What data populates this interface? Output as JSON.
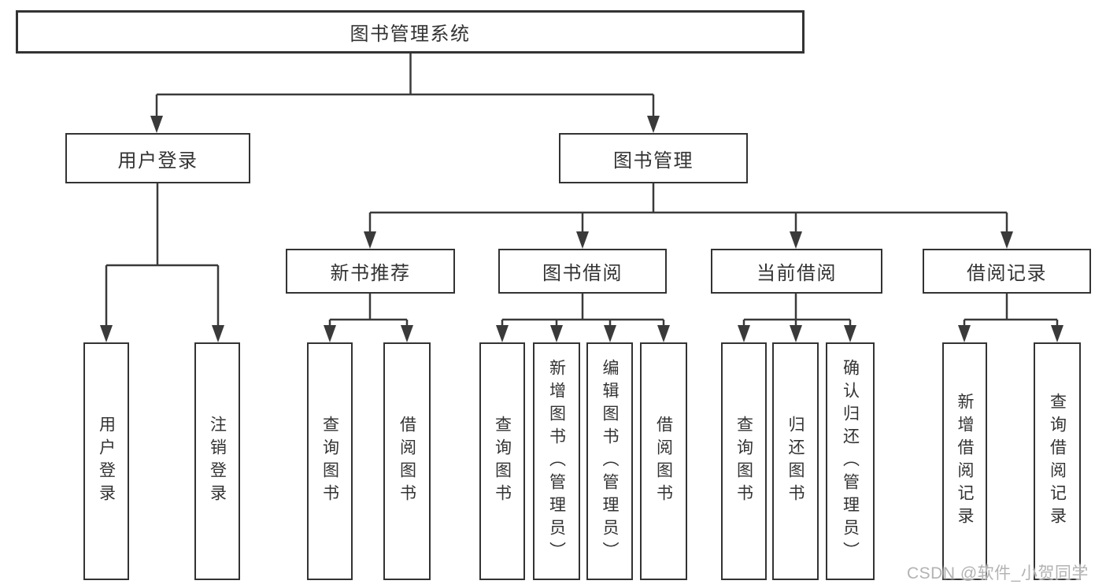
{
  "title": "图书管理系统",
  "watermark": "CSDN @软件_小贺同学",
  "colors": {
    "line": "#3a3a3a",
    "box_border": "#333333",
    "box_fill": "#ffffff",
    "text": "#333333",
    "watermark": "#b3b3b3"
  },
  "tree": {
    "root": "图书管理系统",
    "branches": [
      {
        "label": "用户登录",
        "children": [
          "用户登录",
          "注销登录"
        ]
      },
      {
        "label": "图书管理",
        "groups": [
          {
            "label": "新书推荐",
            "children": [
              "查询图书",
              "借阅图书"
            ]
          },
          {
            "label": "图书借阅",
            "children": [
              "查询图书",
              "新增图书（管理员）",
              "编辑图书（管理员）",
              "借阅图书"
            ]
          },
          {
            "label": "当前借阅",
            "children": [
              "查询图书",
              "归还图书",
              "确认归还（管理员）"
            ]
          },
          {
            "label": "借阅记录",
            "children": [
              "新增借阅记录",
              "查询借阅记录"
            ]
          }
        ]
      }
    ]
  }
}
